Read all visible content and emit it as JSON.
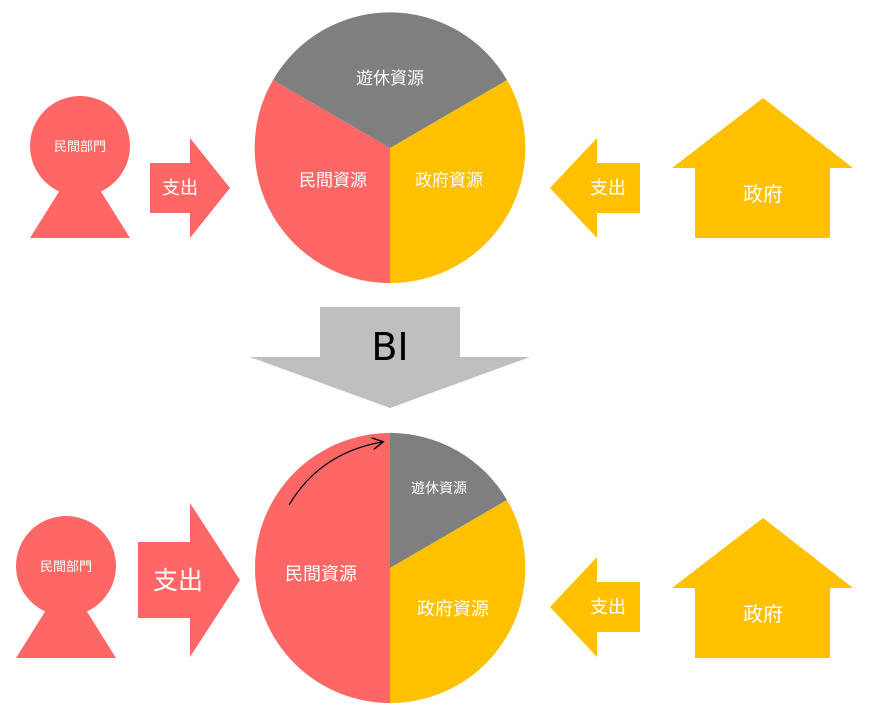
{
  "colors": {
    "private": "#FF6666",
    "government": "#FFC000",
    "idle": "#7F7F7F",
    "bi_arrow": "#BFBFBF",
    "label_light": "#FFFFFF",
    "label_dark": "#000000"
  },
  "top": {
    "person_label": "民間部門",
    "left_arrow_label": "支出",
    "pie_idle_label": "遊休資源",
    "pie_private_label": "民間資源",
    "pie_government_label": "政府資源",
    "right_arrow_label": "支出",
    "house_label": "政府"
  },
  "bi_arrow_label": "BI",
  "bottom": {
    "person_label": "民間部門",
    "left_arrow_label": "支出",
    "pie_idle_label": "遊休資源",
    "pie_private_label": "民間資源",
    "pie_government_label": "政府資源",
    "right_arrow_label": "支出",
    "house_label": "政府"
  }
}
